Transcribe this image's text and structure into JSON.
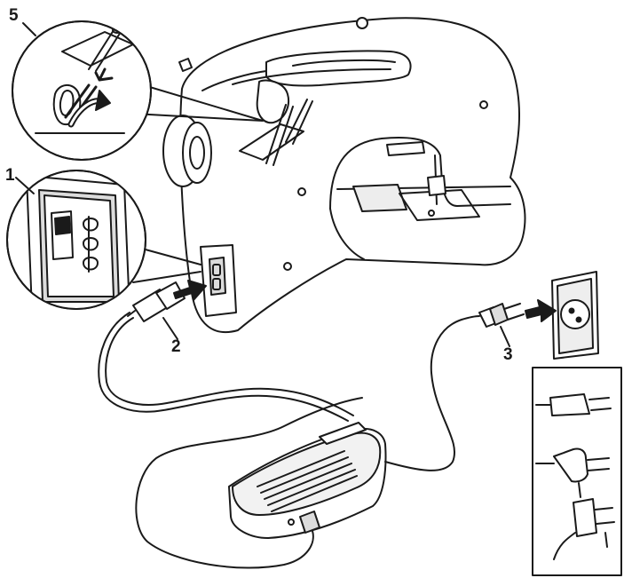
{
  "callouts": {
    "c5": "5",
    "c1": "1",
    "c2": "2",
    "c3": "3"
  },
  "colors": {
    "line": "#1a1a1a",
    "fill": "#ffffff",
    "shade": "#dcdcdc"
  },
  "icons": [
    "sewing-machine-icon",
    "spool-pin-icon",
    "power-switch-icon",
    "machine-plug-icon",
    "mains-plug-icon",
    "wall-socket-icon",
    "foot-pedal-icon",
    "insert-arrow-icon",
    "plug-variant-icon"
  ]
}
